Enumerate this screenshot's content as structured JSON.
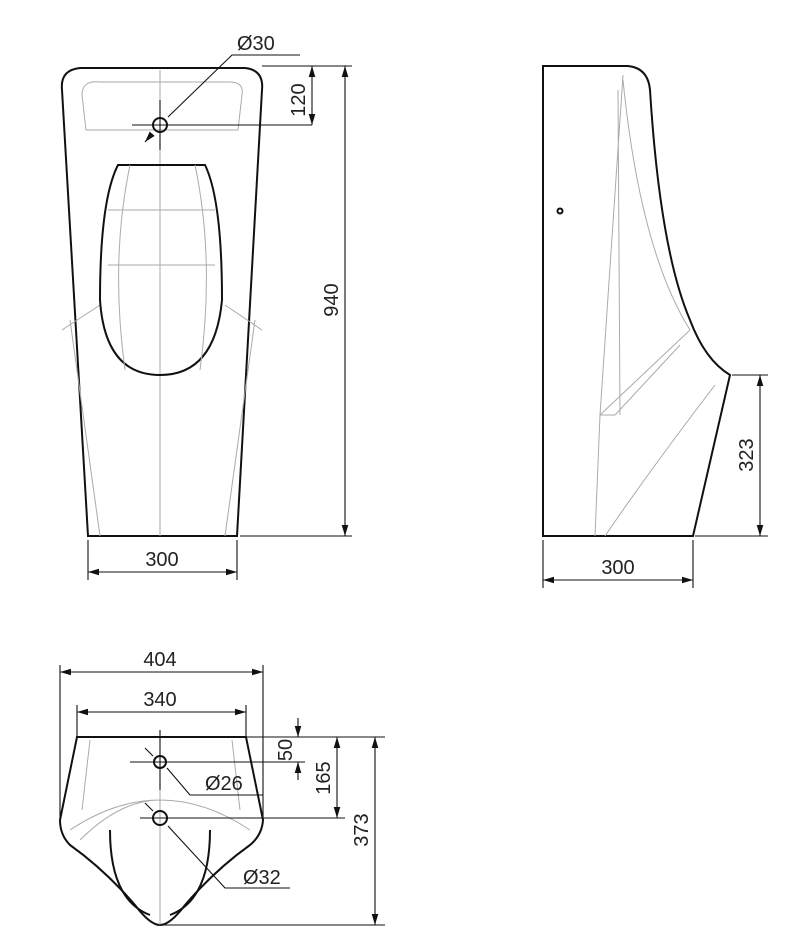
{
  "front_view": {
    "height": "940",
    "hole_offset": "120",
    "hole_diameter": "Ø30",
    "base_width": "300"
  },
  "side_view": {
    "inlet_height": "323",
    "base_depth": "300"
  },
  "top_view": {
    "overall_width": "404",
    "inner_width": "340",
    "hole1_offset": "50",
    "hole2_offset": "165",
    "depth": "373",
    "hole1_diameter": "Ø26",
    "hole2_diameter": "Ø32"
  }
}
